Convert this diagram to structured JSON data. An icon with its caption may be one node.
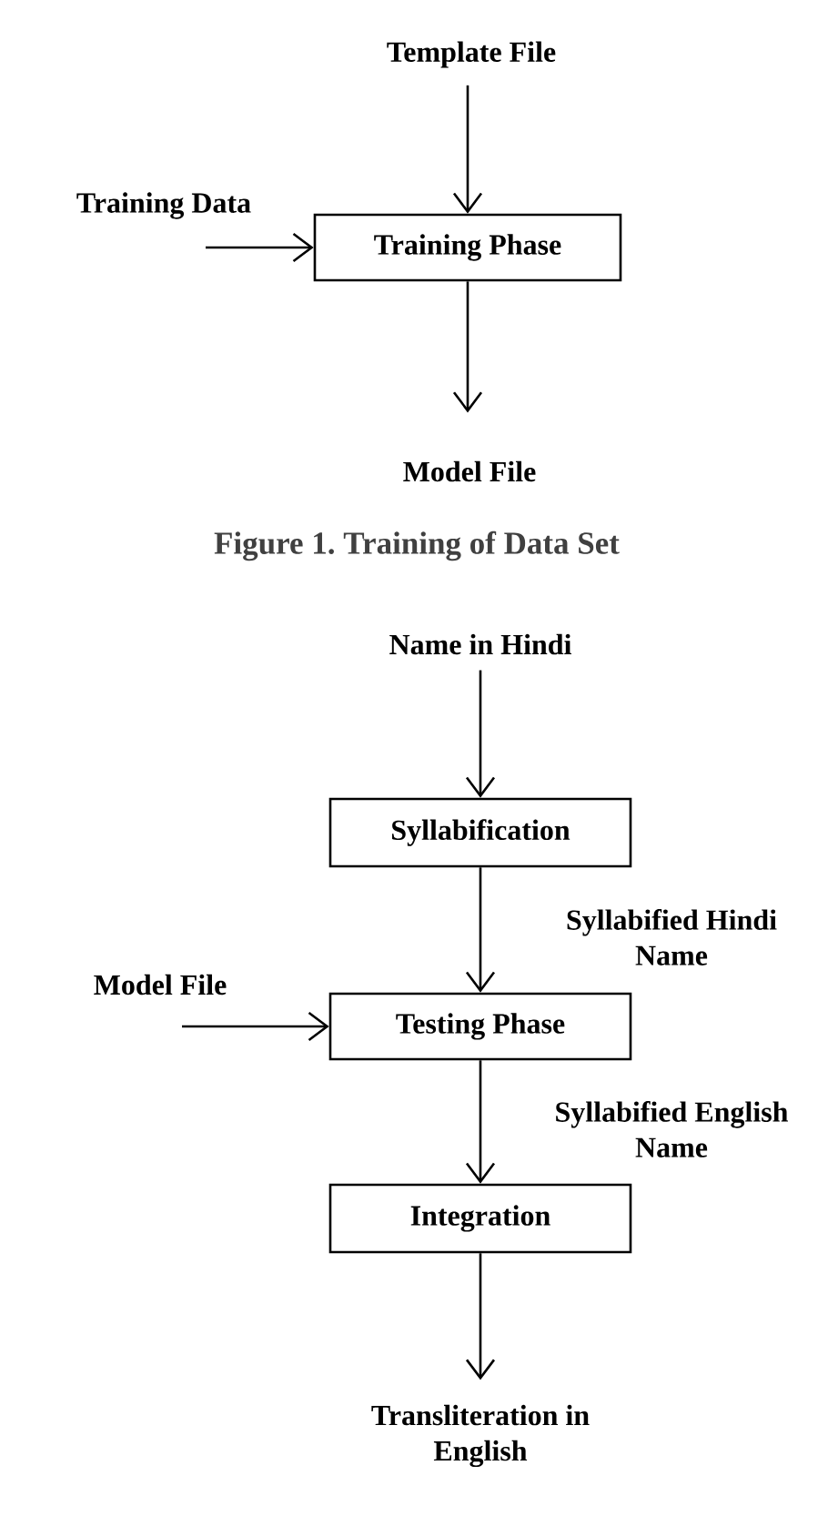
{
  "diagram": {
    "caption": "Figure 1. Training of Data Set",
    "nodes": [
      {
        "text": [
          "Template File"
        ]
      },
      {
        "text": [
          "Training Data"
        ]
      },
      {
        "text": [
          "Training Phase"
        ]
      },
      {
        "text": [
          "Model File"
        ]
      },
      {
        "text": [
          "Name in Hindi"
        ]
      },
      {
        "text": [
          "Syllabification"
        ]
      },
      {
        "text": [
          "Model File"
        ]
      },
      {
        "text": [
          "Testing Phase"
        ]
      },
      {
        "text": [
          "Integration"
        ]
      },
      {
        "text": [
          "Transliteration in English"
        ]
      }
    ],
    "edges": [
      {
        "from": 0,
        "to": 2,
        "arrow": "to"
      },
      {
        "from": 1,
        "to": 2,
        "arrow": "to"
      },
      {
        "from": 2,
        "to": 3,
        "arrow": "to"
      },
      {
        "from": 4,
        "to": 5,
        "arrow": "to"
      },
      {
        "from": 5,
        "to": 7,
        "arrow": "to",
        "label": "Syllabified Hindi Name"
      },
      {
        "from": 6,
        "to": 7,
        "arrow": "to"
      },
      {
        "from": 7,
        "to": 8,
        "arrow": "to",
        "label": "Syllabified English Name"
      },
      {
        "from": 8,
        "to": 9,
        "arrow": "to"
      }
    ]
  }
}
